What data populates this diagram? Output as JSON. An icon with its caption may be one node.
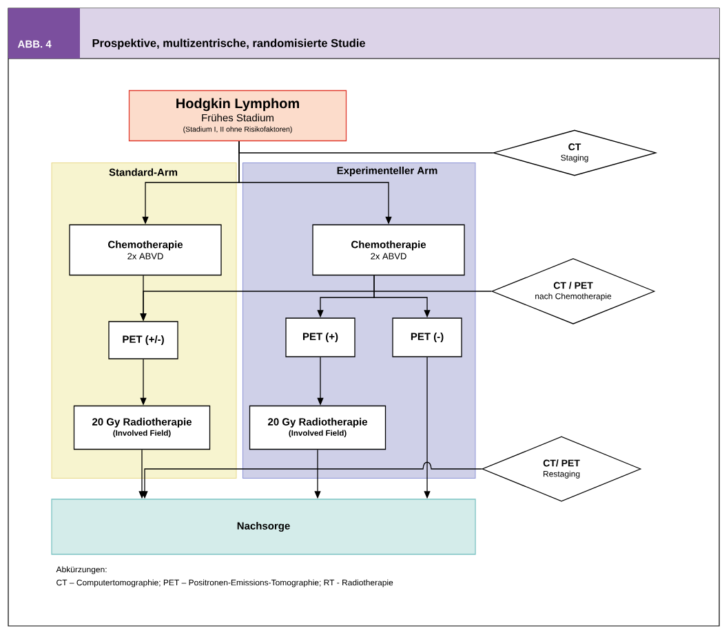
{
  "diagram": {
    "title": "Prospektive, multizentrische, randomisierte Studie",
    "nodes": [
      {
        "text": [
          "Hodgkin Lymphom",
          "Frühes Stadium",
          "(Stadium I, II ohne Risikofaktoren)"
        ]
      },
      {
        "text": [
          "Standard-Arm"
        ]
      },
      {
        "text": [
          "Experimenteller Arm"
        ]
      },
      {
        "text": [
          "Chemotherapie",
          "2x ABVD"
        ],
        "in": 1
      },
      {
        "text": [
          "Chemotherapie",
          "2x ABVD"
        ],
        "in": 2
      },
      {
        "text": [
          "PET (+/-)"
        ],
        "in": 1
      },
      {
        "text": [
          "PET (+)"
        ],
        "in": 2
      },
      {
        "text": [
          "PET (-)"
        ],
        "in": 2
      },
      {
        "text": [
          "20 Gy Radiotherapie",
          "(Involved Field)"
        ],
        "in": 1
      },
      {
        "text": [
          "20 Gy Radiotherapie",
          "(Involved Field)"
        ],
        "in": 2
      },
      {
        "text": [
          "Nachsorge"
        ]
      },
      {
        "text": [
          "CT",
          "Staging"
        ]
      },
      {
        "text": [
          "CT / PET",
          "nach Chemotherapie"
        ]
      },
      {
        "text": [
          "CT/ PET",
          "Restaging"
        ]
      }
    ],
    "edges": [
      {
        "from": 0,
        "to": 3,
        "arrow": "to"
      },
      {
        "from": 0,
        "to": 4,
        "arrow": "to"
      },
      {
        "from": 0,
        "to": 11,
        "arrow": "none"
      },
      {
        "from": 3,
        "to": 5,
        "arrow": "to"
      },
      {
        "from": 12,
        "to": 5,
        "arrow": "to"
      },
      {
        "from": 4,
        "to": 6,
        "arrow": "to"
      },
      {
        "from": 4,
        "to": 7,
        "arrow": "to"
      },
      {
        "from": 5,
        "to": 8,
        "arrow": "to"
      },
      {
        "from": 6,
        "to": 9,
        "arrow": "to"
      },
      {
        "from": 7,
        "to": 10,
        "arrow": "to"
      },
      {
        "from": 8,
        "to": 10,
        "arrow": "to"
      },
      {
        "from": 9,
        "to": 10,
        "arrow": "to"
      },
      {
        "from": 13,
        "to": 10,
        "arrow": "to"
      }
    ],
    "labels": [
      "ABB. 4",
      "Abkürzungen:",
      "CT – Computertomographie; PET – Positronen-Emissions-Tomographie; RT - Radiotherapie"
    ]
  }
}
